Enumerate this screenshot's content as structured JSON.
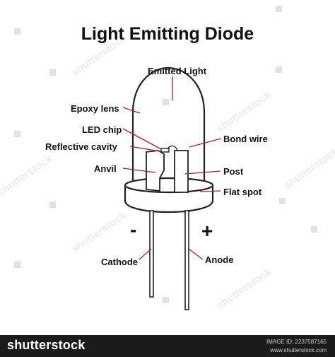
{
  "diagram": {
    "title": "Light Emitting Diode",
    "labels": {
      "emitted_light": "Emitted Light",
      "epoxy_lens": "Epoxy lens",
      "led_chip": "LED chip",
      "reflective_cavity": "Reflective cavity",
      "anvil": "Anvil",
      "bond_wire": "Bond wire",
      "post": "Post",
      "flat_spot": "Flat spot",
      "cathode": "Cathode",
      "anode": "Anode"
    },
    "polarity": {
      "negative": "-",
      "positive": "+"
    },
    "colors": {
      "leader_line": "#c0152a",
      "outline": "#222222"
    }
  },
  "watermark": {
    "text": "shutterstock"
  },
  "footer": {
    "brand": "shutterstock",
    "image_id": "IMAGE ID: 2237587165",
    "site": "www.shutterstock.com"
  }
}
